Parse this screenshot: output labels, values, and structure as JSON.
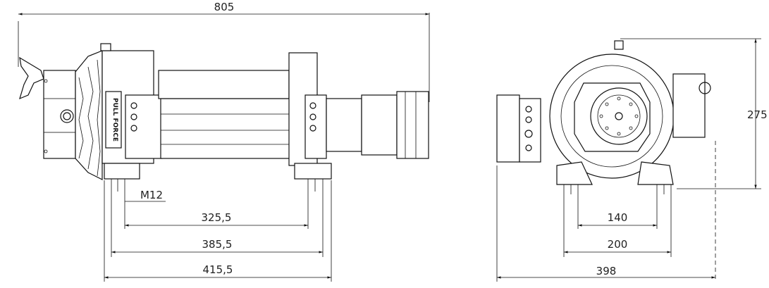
{
  "drawing": {
    "brand_label": "PULL FORCE",
    "side_view": {
      "overall_length": "805",
      "bolt_thread": "M12",
      "dim_inner": "325,5",
      "dim_middle": "385,5",
      "dim_outer": "415,5"
    },
    "end_view": {
      "height": "275",
      "bolt_spacing_inner": "140",
      "bolt_spacing_outer": "200",
      "overall_width": "398"
    }
  }
}
